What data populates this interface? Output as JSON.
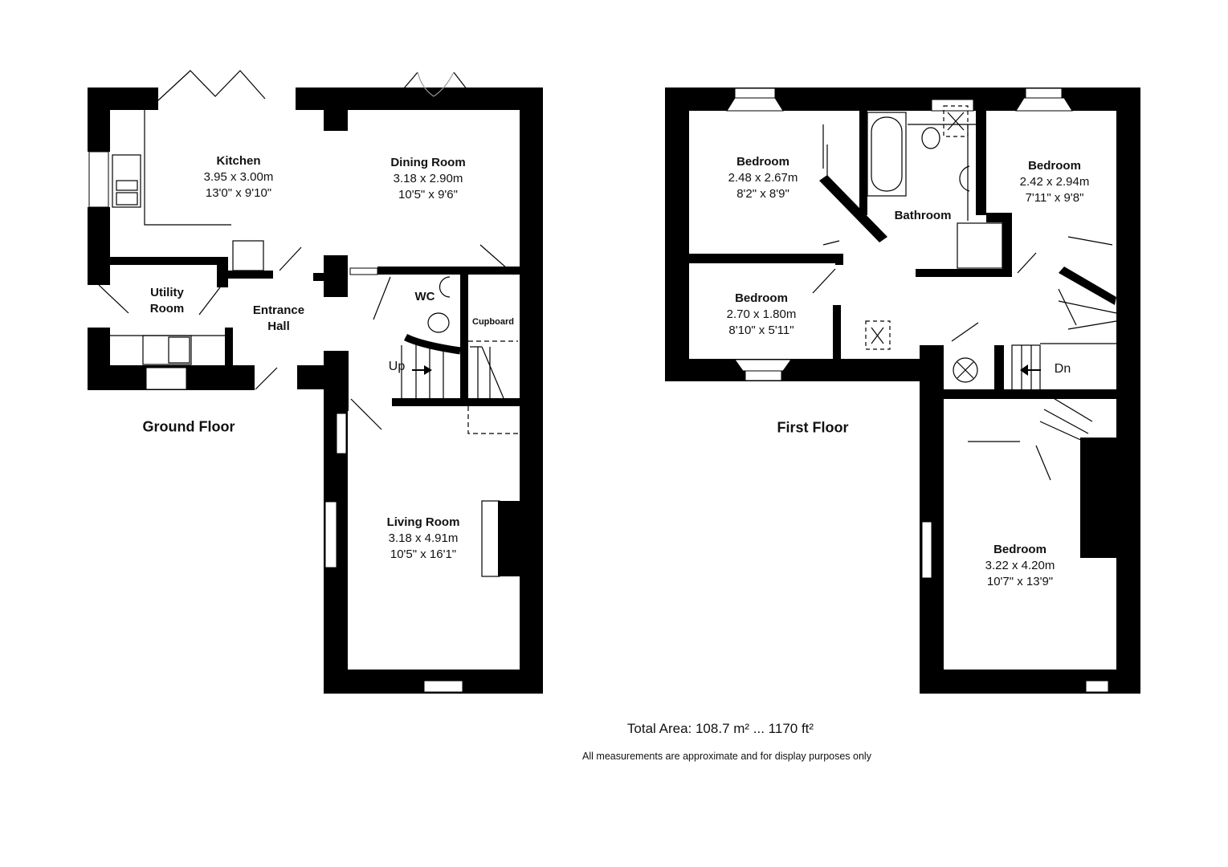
{
  "ground_floor": {
    "title": "Ground Floor",
    "rooms": [
      {
        "name": "Kitchen",
        "metric": "3.95 x 3.00m",
        "imperial": "13'0\" x 9'10\""
      },
      {
        "name": "Dining Room",
        "metric": "3.18 x 2.90m",
        "imperial": "10'5\" x 9'6\""
      },
      {
        "name": "Utility",
        "name2": "Room"
      },
      {
        "name": "Entrance",
        "name2": "Hall"
      },
      {
        "name": "WC"
      },
      {
        "name": "Cupboard"
      },
      {
        "name": "Living Room",
        "metric": "3.18 x 4.91m",
        "imperial": "10'5\" x 16'1\""
      }
    ],
    "stair_label": "Up"
  },
  "first_floor": {
    "title": "First Floor",
    "rooms": [
      {
        "name": "Bedroom",
        "metric": "2.48 x 2.67m",
        "imperial": "8'2\" x 8'9\""
      },
      {
        "name": "Bedroom",
        "metric": "2.42 x 2.94m",
        "imperial": "7'11\" x 9'8\""
      },
      {
        "name": "Bathroom"
      },
      {
        "name": "Bedroom",
        "metric": "2.70 x 1.80m",
        "imperial": "8'10\" x 5'11\""
      },
      {
        "name": "Bedroom",
        "metric": "3.22 x 4.20m",
        "imperial": "10'7\" x 13'9\""
      }
    ],
    "stair_label": "Dn"
  },
  "footer": {
    "total_area": "Total Area: 108.7 m² ... 1170 ft²",
    "disclaimer": "All measurements are approximate and for display purposes only"
  },
  "colors": {
    "wall": "#000000",
    "background": "#ffffff",
    "fixture_line": "#555555"
  }
}
